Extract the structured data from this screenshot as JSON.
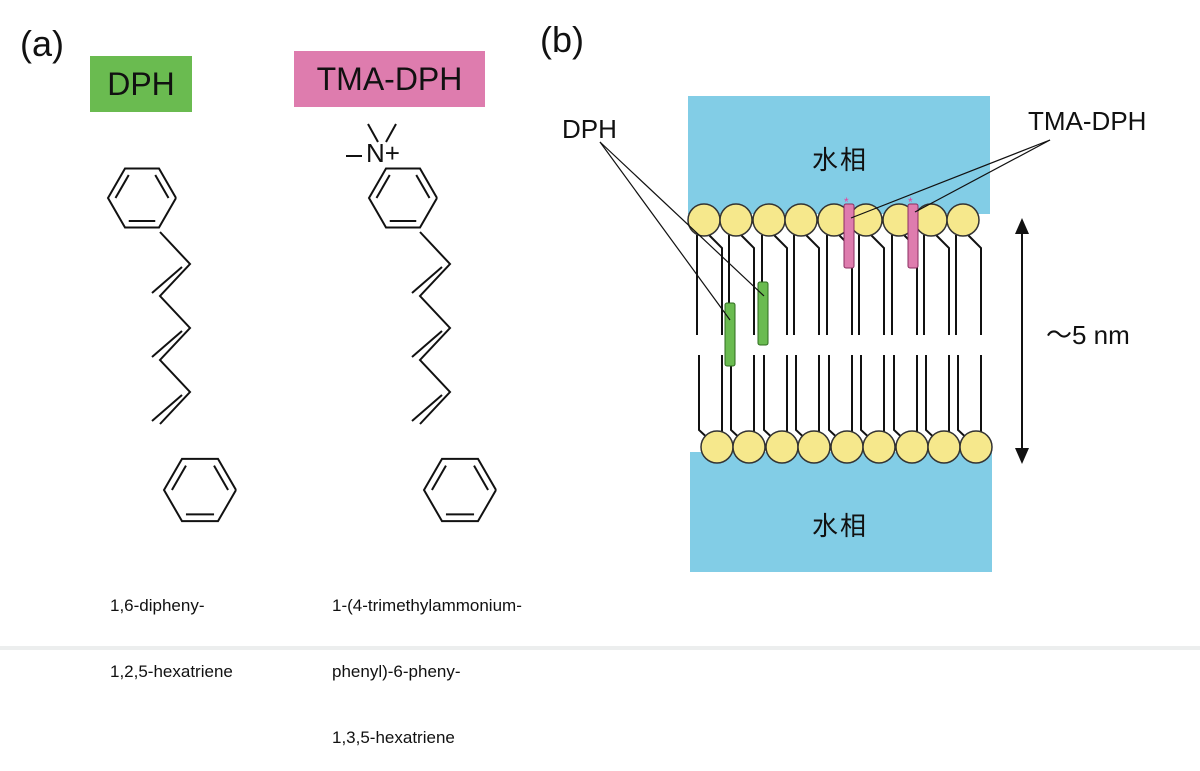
{
  "panel_a": {
    "label": "(a)",
    "dph": {
      "tag": "DPH",
      "tag_color": "#6abb50",
      "name_lines": [
        "1,6-dipheny-",
        "1,2,5-hexatriene"
      ]
    },
    "tma_dph": {
      "tag": "TMA-DPH",
      "tag_color": "#de7cae",
      "charge_label": "N+",
      "name_lines": [
        "1-(4-trimethylammonium-",
        "phenyl)-6-pheny-",
        "1,3,5-hexatriene"
      ]
    }
  },
  "panel_b": {
    "label": "(b)",
    "water_top": "水相",
    "water_bottom": "水相",
    "water_color": "#82cde6",
    "headgroup_color": "#f6e88c",
    "dph_probe_color": "#6abb50",
    "tma_probe_color": "#de7cae",
    "callout_dph": "DPH",
    "callout_tma": "TMA-DPH",
    "thickness_label": "～5 nm"
  }
}
